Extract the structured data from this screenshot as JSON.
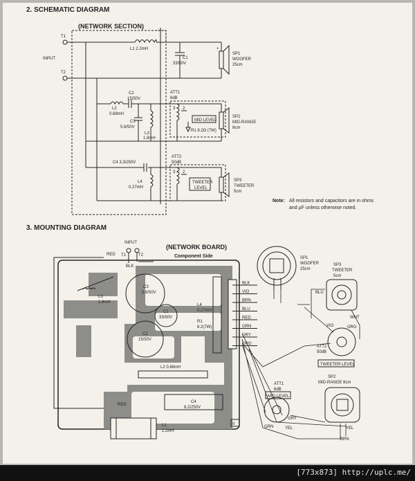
{
  "schematic": {
    "heading": "2. SCHEMATIC DIAGRAM",
    "network_label": "(NETWORK SECTION)",
    "input": "INPUT",
    "t1": "T1",
    "t2": "T2",
    "l1": "L1  2.2mH",
    "c1": "C1",
    "c1_val": "33/50V",
    "sp1": "SP1",
    "sp1_name": "WOOFER",
    "sp1_size": "25cm",
    "c2": "C2",
    "c2_val": "15/50V",
    "l2": "L2",
    "l2_val": "0.68mH",
    "c3": "C3",
    "c3_val": "5.6/50V",
    "l3": "L3",
    "l3_val": "1.8mH",
    "att1": "ATT1",
    "att1_val": "6dB",
    "mid_level": "MID LEVEL",
    "r1": "R1  8.2Ω (7W)",
    "sp2": "SP2",
    "sp2_name": "MID-RANGE",
    "sp2_size": "8cm",
    "c4": "C4  3.3/250V",
    "att2": "ATT2",
    "att2_val": "50dB",
    "l4": "L4",
    "l4_val": "0.27mH",
    "tweeter_level_1": "TWEETER",
    "tweeter_level_2": "LEVEL",
    "sp3": "SP3",
    "sp3_name": "TWEETER",
    "sp3_size": "5cm",
    "note_bold": "Note:",
    "note_1": "All resistors and capacitors are in ohms",
    "note_2": "and µF unless otherwise noted."
  },
  "mounting": {
    "heading": "3. MOUNTING DIAGRAM",
    "board_title": "(NETWORK BOARD)",
    "board_sub": "Component Side",
    "input": "INPUT",
    "t1": "T1",
    "t2": "T2",
    "red": "RED",
    "blk": "BLK",
    "l3": "L3",
    "l3_val": "1.8mH",
    "c3": "C3",
    "c3_val": "5.6/50V",
    "c1": "C1",
    "c1_val": "33/50V",
    "l4": "L4",
    "l4_val": "0.27mH",
    "r1": "R1",
    "r1_val": "8.2(7W)",
    "c2": "C2",
    "c2_val": "15/50V",
    "l2": "L2  0.68mH",
    "c4": "C4",
    "c4_val": "8.2/250V",
    "l1": "L1",
    "l1_val": "2.2mH",
    "board_mark": "II",
    "wires": [
      "BLK",
      "VIO",
      "BRN",
      "BLU",
      "RED",
      "GRN",
      "GRY",
      "ORG"
    ],
    "red_wire": "RED",
    "sp1": "SP1",
    "sp1_name": "WOOFER",
    "sp1_size": "25cm",
    "sp3": "SP3",
    "sp3_name": "TWEETER",
    "sp3_size": "5cm",
    "blu": "BLU",
    "wht": "WHT",
    "vio": "VIO",
    "org": "ORG",
    "att2": "ATT2",
    "att2_val": "50dB",
    "tweeter_level": "TWEETER LEVEL",
    "att1": "ATT1",
    "att1_val": "6dB",
    "mid_level": "MID LEVEL",
    "gry": "GRY",
    "grn": "GRN",
    "yel": "YEL",
    "yel2": "YEL",
    "brn": "BRN",
    "sp2": "SP2",
    "sp2_name": "MID-RANGE  8cm"
  },
  "footer": "[773x873] http://uplc.me/"
}
